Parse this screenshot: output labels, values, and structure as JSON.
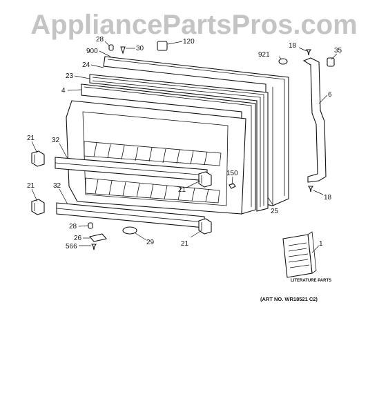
{
  "watermark": "AppliancePartsPros.com",
  "art_note": "(ART NO. WR18521 C2)",
  "literature_text": "LITERATURE PARTS",
  "callouts": {
    "c28a": "28",
    "c30": "30",
    "c120": "120",
    "c900": "900",
    "c24": "24",
    "c23": "23",
    "c4": "4",
    "c921": "921",
    "c18a": "18",
    "c35": "35",
    "c6": "6",
    "c21a": "21",
    "c32a": "32",
    "c150": "150",
    "c21b": "21",
    "c21c": "21",
    "c32b": "32",
    "c25": "25",
    "c18b": "18",
    "c28b": "28",
    "c26": "26",
    "c566": "566",
    "c29": "29",
    "c21d": "21",
    "c1": "1"
  }
}
